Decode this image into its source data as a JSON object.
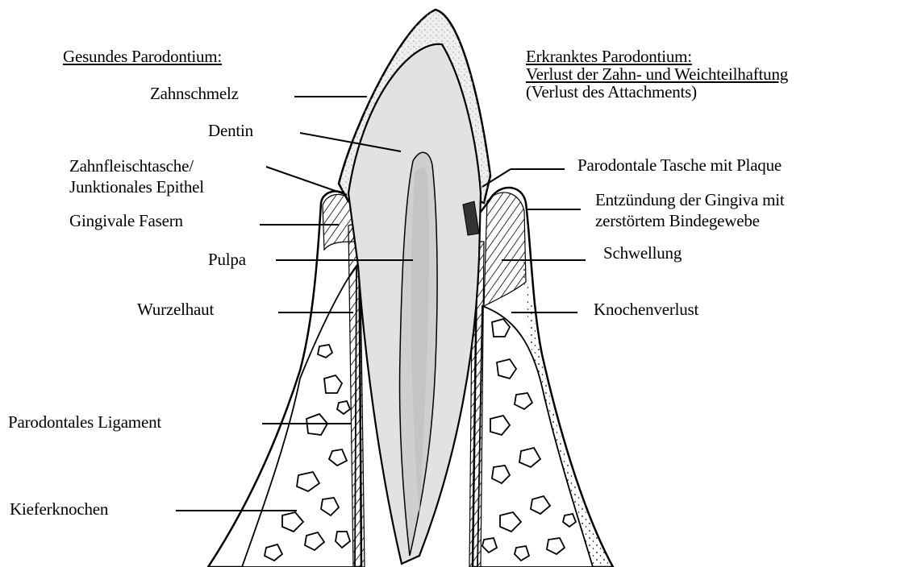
{
  "left_heading": "Gesundes Parodontium:",
  "right_heading": "Erkranktes Parodontium:",
  "right_subtitle_line1": "Verlust der Zahn- und Weichteilhaftung",
  "right_subtitle_line2": "(Verlust des Attachments)",
  "left_labels": {
    "zahnschmelz": "Zahnschmelz",
    "dentin": "Dentin",
    "zahnfleischtasche": "Zahnfleischtasche/",
    "junktionales": "Junktionales Epithel",
    "gingivale_fasern": "Gingivale Fasern",
    "pulpa": "Pulpa",
    "wurzelhaut": "Wurzelhaut",
    "parodontales_ligament": "Parodontales Ligament",
    "kieferknochen": "Kieferknochen"
  },
  "right_labels": {
    "parodontale_tasche": "Parodontale Tasche mit Plaque",
    "entzuendung_line1": "Entzündung der Gingiva mit",
    "entzuendung_line2": "zerstörtem Bindegewebe",
    "schwellung": "Schwellung",
    "knochenverlust": "Knochenverlust"
  },
  "colors": {
    "ink": "#000000",
    "enamel_fill": "#e9e9e9",
    "dentin_fill": "#dcdcdc",
    "background": "#ffffff"
  }
}
